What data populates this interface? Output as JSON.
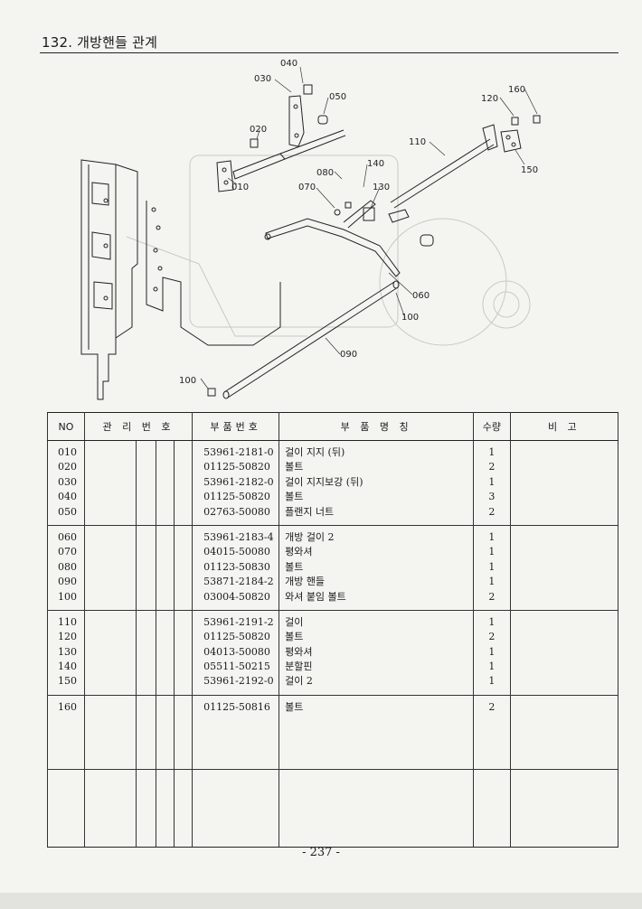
{
  "header": {
    "title": "132. 개방핸들 관계"
  },
  "diagram": {
    "callouts": [
      "010",
      "020",
      "030",
      "040",
      "050",
      "060",
      "070",
      "080",
      "090",
      "100",
      "100",
      "110",
      "120",
      "130",
      "140",
      "150",
      "160"
    ]
  },
  "table": {
    "headers": {
      "no": "NO",
      "mgmt": "관 리 번 호",
      "part_no": "부품번호",
      "name": "부 품 명 칭",
      "qty": "수량",
      "remark": "비 고"
    },
    "groups": [
      {
        "rows": [
          {
            "no": "010",
            "part_no": "53961-2181-0",
            "name": "걸이 지지 (뒤)",
            "qty": "1"
          },
          {
            "no": "020",
            "part_no": "01125-50820",
            "name": "볼트",
            "qty": "2"
          },
          {
            "no": "030",
            "part_no": "53961-2182-0",
            "name": "걸이 지지보강 (뒤)",
            "qty": "1"
          },
          {
            "no": "040",
            "part_no": "01125-50820",
            "name": "볼트",
            "qty": "3"
          },
          {
            "no": "050",
            "part_no": "02763-50080",
            "name": "플랜지 너트",
            "qty": "2"
          }
        ]
      },
      {
        "rows": [
          {
            "no": "060",
            "part_no": "53961-2183-4",
            "name": "개방 걸이 2",
            "qty": "1"
          },
          {
            "no": "070",
            "part_no": "04015-50080",
            "name": "평와셔",
            "qty": "1"
          },
          {
            "no": "080",
            "part_no": "01123-50830",
            "name": "볼트",
            "qty": "1"
          },
          {
            "no": "090",
            "part_no": "53871-2184-2",
            "name": "개방 핸들",
            "qty": "1"
          },
          {
            "no": "100",
            "part_no": "03004-50820",
            "name": "와셔 붙임 볼트",
            "qty": "2"
          }
        ]
      },
      {
        "rows": [
          {
            "no": "110",
            "part_no": "53961-2191-2",
            "name": "걸이",
            "qty": "1"
          },
          {
            "no": "120",
            "part_no": "01125-50820",
            "name": "볼트",
            "qty": "2"
          },
          {
            "no": "130",
            "part_no": "04013-50080",
            "name": "평와셔",
            "qty": "1"
          },
          {
            "no": "140",
            "part_no": "05511-50215",
            "name": "분할핀",
            "qty": "1"
          },
          {
            "no": "150",
            "part_no": "53961-2192-0",
            "name": "걸이 2",
            "qty": "1"
          }
        ]
      },
      {
        "rows": [
          {
            "no": "160",
            "part_no": "01125-50816",
            "name": "볼트",
            "qty": "2"
          }
        ]
      },
      {
        "rows": []
      }
    ]
  },
  "footer": {
    "page": "- 237 -"
  }
}
